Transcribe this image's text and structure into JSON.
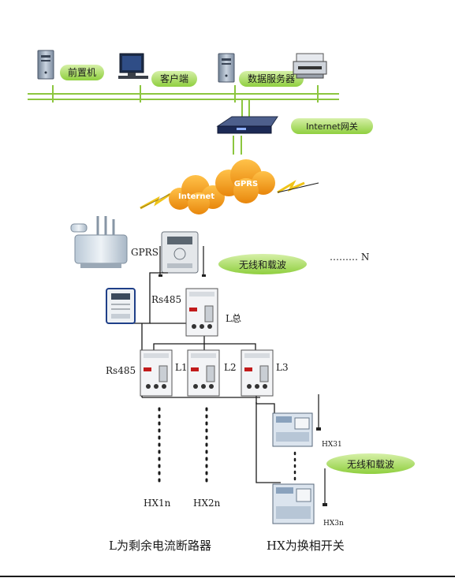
{
  "network": {
    "front_server": "前置机",
    "client": "客户端",
    "data_server": "数据服务器",
    "gateway": "Internet网关"
  },
  "cloud": {
    "internet": "Internet",
    "gprs": "GPRS"
  },
  "field": {
    "gprs_label": "GPRS",
    "wireless_carrier_1": "无线和载波",
    "more_nodes": "……… N",
    "rs485_top": "Rs485",
    "l_total": "L总",
    "rs485_left": "Rs485",
    "l1": "L1",
    "l2": "L2",
    "l3": "L3",
    "hx31": "HX31",
    "wireless_carrier_2": "无线和载波",
    "hx3n": "HX3n",
    "hx1n": "HX1n",
    "hx2n": "HX2n"
  },
  "legend": {
    "l_desc": "L为剩余电流断路器",
    "hx_desc": "HX为换相开关"
  }
}
